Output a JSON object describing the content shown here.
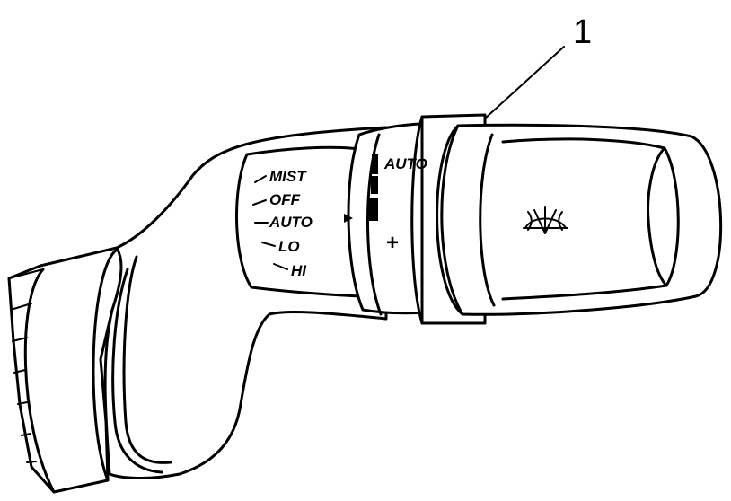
{
  "callout": {
    "number": "1"
  },
  "wiper_positions": [
    {
      "label": "MIST"
    },
    {
      "label": "OFF"
    },
    {
      "label": "AUTO"
    },
    {
      "label": "LO"
    },
    {
      "label": "HI"
    }
  ],
  "sensitivity_ring": {
    "label": "AUTO",
    "plus": "+"
  },
  "icons": {
    "end_cap": "windshield-washer-icon"
  }
}
